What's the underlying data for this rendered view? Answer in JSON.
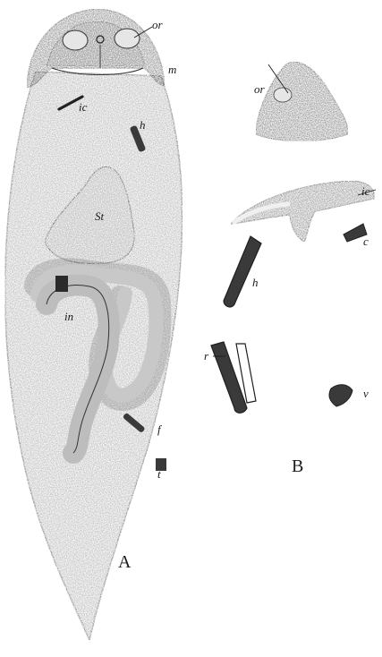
{
  "panels": {
    "a": {
      "label": "A"
    },
    "b": {
      "label": "B"
    }
  },
  "labels": {
    "or_a": "or",
    "m": "m",
    "ic_a": "ic",
    "h_a": "h",
    "st": "St",
    "in": "in",
    "f": "f",
    "t": "t",
    "or_b": "or",
    "ic_b": "ic",
    "c": "c",
    "h_b": "h",
    "r": "r",
    "v": "v"
  },
  "colors": {
    "paper": "#ffffff",
    "body_fill": "#9a9a9a",
    "organ_fill": "#c4c4c4",
    "dark_fill": "#5a5a5a",
    "bone_fill": "#3a3a3a",
    "ink": "#1a1a1a"
  }
}
